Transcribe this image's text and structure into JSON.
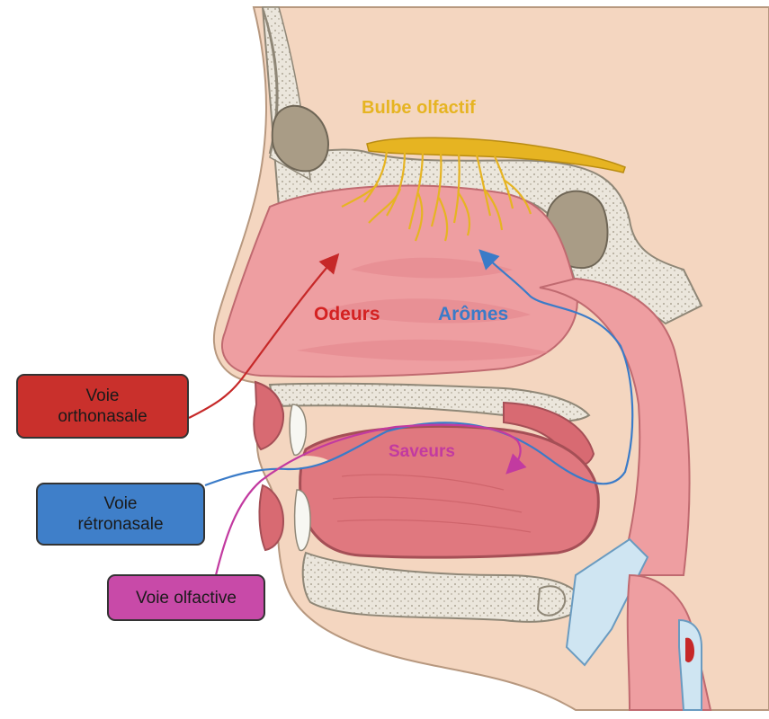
{
  "labels": {
    "olfactory_bulb": "Bulbe olfactif",
    "odors": "Odeurs",
    "aromas": "Arômes",
    "flavors": "Saveurs"
  },
  "boxes": {
    "orthonasal_line1": "Voie",
    "orthonasal_line2": "orthonasale",
    "retronasal_line1": "Voie",
    "retronasal_line2": "rétronasale",
    "olfactory": "Voie olfactive"
  },
  "colors": {
    "orthonasal": "#c62828",
    "retronasal": "#3a7bc8",
    "olfactory_path": "#c23aa0",
    "bulb": "#e6b422",
    "orthonasal_box": "#c9302c",
    "retronasal_box": "#3f7fc9",
    "olfactory_box": "#c84aa8",
    "tissue_pink": "#ee9ea1",
    "tissue_dark": "#d86a72",
    "skin": "#f4d6c0",
    "bone": "#ebe6dc",
    "sinus": "#a99c86"
  }
}
